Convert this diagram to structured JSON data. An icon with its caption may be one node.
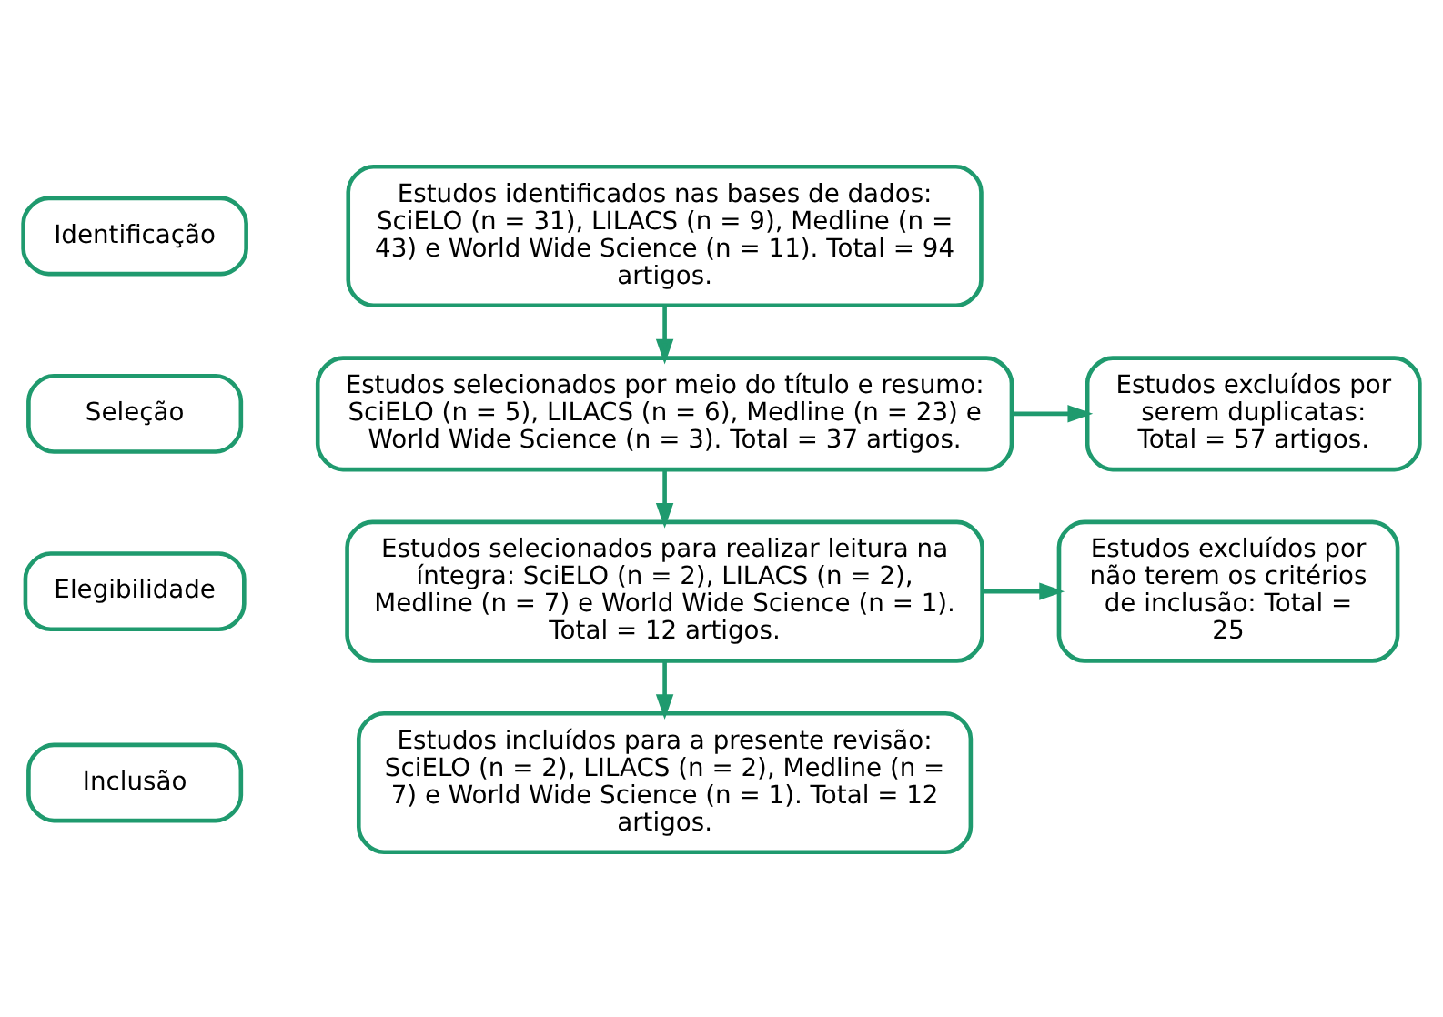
{
  "diagram": {
    "nodes": [
      {
        "text": [
          "Identificação"
        ]
      },
      {
        "text": [
          "Estudos identificados nas bases de dados: SciELO (n = 31), LILACS (n = 9), Medline (n = 43) e World Wide Science (n = 11). Total = 94 artigos."
        ]
      },
      {
        "text": [
          "Seleção"
        ]
      },
      {
        "text": [
          "Estudos selecionados por meio do título e resumo: SciELO (n = 5), LILACS (n = 6), Medline (n = 23) e World Wide Science (n = 3). Total = 37 artigos."
        ]
      },
      {
        "text": [
          "Estudos excluídos por serem duplicatas: Total = 57 artigos."
        ]
      },
      {
        "text": [
          "Elegibilidade"
        ]
      },
      {
        "text": [
          "Estudos selecionados para realizar leitura na íntegra: SciELO (n = 2), LILACS (n = 2), Medline (n = 7) e World Wide Science (n = 1). Total = 12 artigos."
        ]
      },
      {
        "text": [
          "Estudos excluídos por não terem os critérios de inclusão: Total = 25"
        ]
      },
      {
        "text": [
          "Inclusão"
        ]
      },
      {
        "text": [
          "Estudos incluídos para a presente revisão: SciELO (n = 2), LILACS (n = 2), Medline (n = 7) e World Wide Science (n = 1). Total = 12 artigos."
        ]
      }
    ],
    "edges": [
      {
        "from": 1,
        "to": 3,
        "arrow": "to"
      },
      {
        "from": 3,
        "to": 4,
        "arrow": "to"
      },
      {
        "from": 3,
        "to": 6,
        "arrow": "to"
      },
      {
        "from": 6,
        "to": 7,
        "arrow": "to"
      },
      {
        "from": 6,
        "to": 9,
        "arrow": "to"
      }
    ]
  }
}
